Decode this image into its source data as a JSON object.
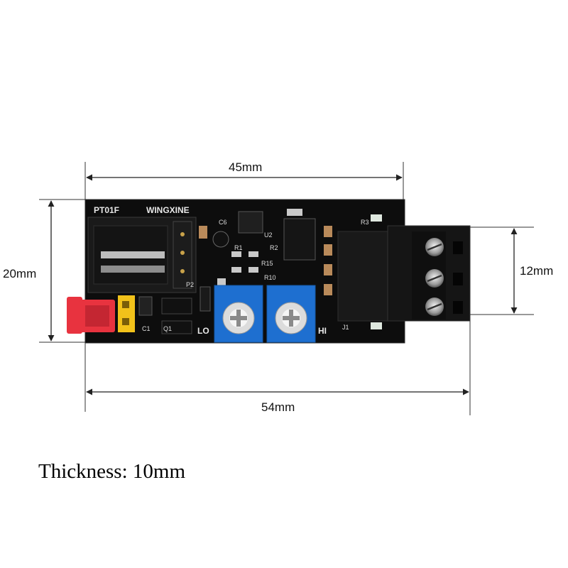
{
  "dimensions": {
    "top_width": "45mm",
    "left_height": "20mm",
    "right_height": "12mm",
    "bottom_width": "54mm"
  },
  "board": {
    "model": "PT01F",
    "brand": "WINGXINE",
    "label_low": "LO",
    "label_high": "HI",
    "silkscreen": [
      "C6",
      "U2",
      "R1",
      "R2",
      "R15",
      "R10",
      "P2",
      "Q1",
      "C1",
      "J1",
      "R3"
    ]
  },
  "note": "Thickness: 10mm",
  "colors": {
    "pcb": "#0d0d0d",
    "potentiometer": "#1e6fd0",
    "jumper_red": "#e8333f",
    "jumper_yellow": "#f2c21a",
    "terminal": "#151515",
    "dimension_line": "#222222"
  }
}
